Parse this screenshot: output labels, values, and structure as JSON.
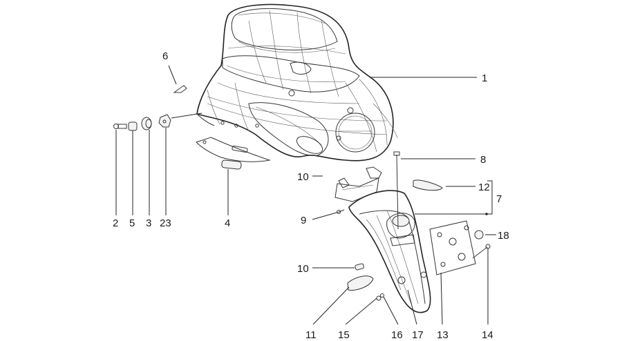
{
  "diagram": {
    "labels": {
      "p1": "1",
      "p2": "2",
      "p3": "3",
      "p4": "4",
      "p5": "5",
      "p6": "6",
      "p7": "7",
      "p8": "8",
      "p9": "9",
      "p10a": "10",
      "p10b": "10",
      "p11": "11",
      "p12": "12",
      "p13": "13",
      "p14": "14",
      "p15": "15",
      "p16": "16",
      "p17": "17",
      "p18": "18",
      "p23": "23"
    }
  }
}
